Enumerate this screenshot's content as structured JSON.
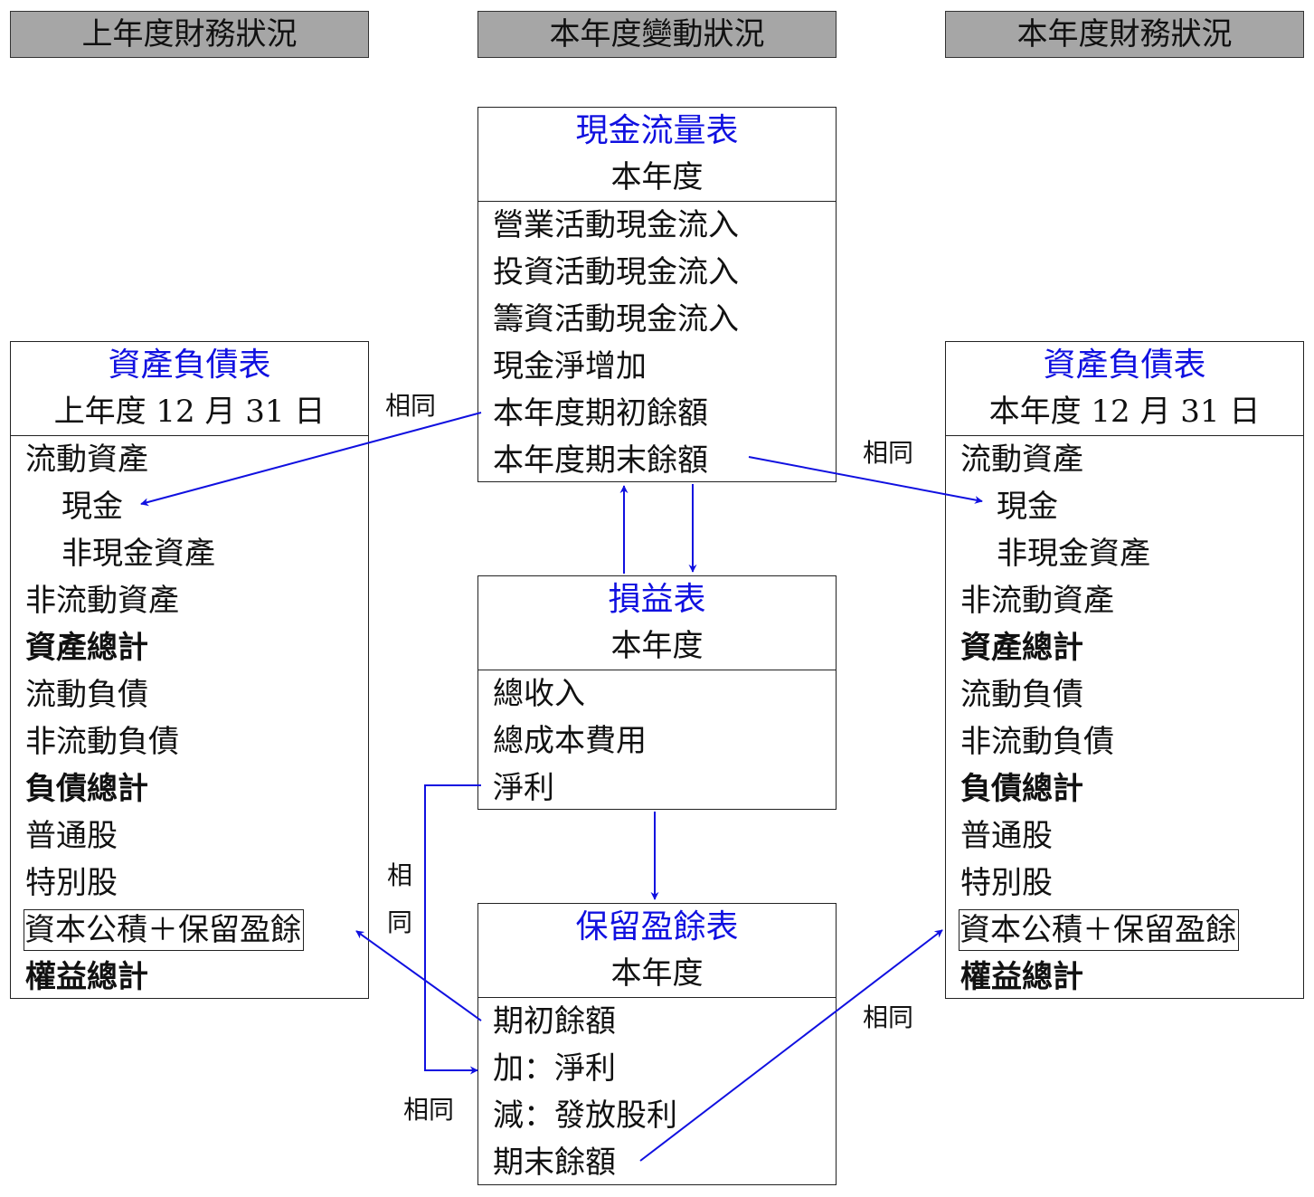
{
  "headers": {
    "prev": "上年度財務狀況",
    "change": "本年度變動狀況",
    "curr": "本年度財務狀況"
  },
  "cash_flow": {
    "title": "現金流量表",
    "period": "本年度",
    "rows": [
      "營業活動現金流入",
      "投資活動現金流入",
      "籌資活動現金流入",
      "現金淨增加",
      "本年度期初餘額",
      "本年度期末餘額"
    ]
  },
  "balance_prev": {
    "title": "資產負債表",
    "period": "上年度 12 月 31 日",
    "rows": [
      "流動資產",
      "現金",
      "非現金資產",
      "非流動資產",
      "資產總計",
      "流動負債",
      "非流動負債",
      "負債總計",
      "普通股",
      "特別股",
      "資本公積＋保留盈餘",
      "權益總計"
    ]
  },
  "balance_curr": {
    "title": "資產負債表",
    "period": "本年度 12 月 31 日",
    "rows": [
      "流動資產",
      "現金",
      "非現金資產",
      "非流動資產",
      "資產總計",
      "流動負債",
      "非流動負債",
      "負債總計",
      "普通股",
      "特別股",
      "資本公積＋保留盈餘",
      "權益總計"
    ]
  },
  "income": {
    "title": "損益表",
    "period": "本年度",
    "rows": [
      "總收入",
      "總成本費用",
      "淨利"
    ]
  },
  "retained": {
    "title": "保留盈餘表",
    "period": "本年度",
    "rows": [
      "期初餘額",
      "加：淨利",
      "減：發放股利",
      "期末餘額"
    ]
  },
  "labels": {
    "same_1": "相同",
    "same_2": "相同",
    "same_v_1": "相",
    "same_v_2": "同",
    "same_3": "相同",
    "same_4": "相同"
  },
  "colors": {
    "accent": "#1010e0",
    "header_bg": "#a6a6a6"
  }
}
